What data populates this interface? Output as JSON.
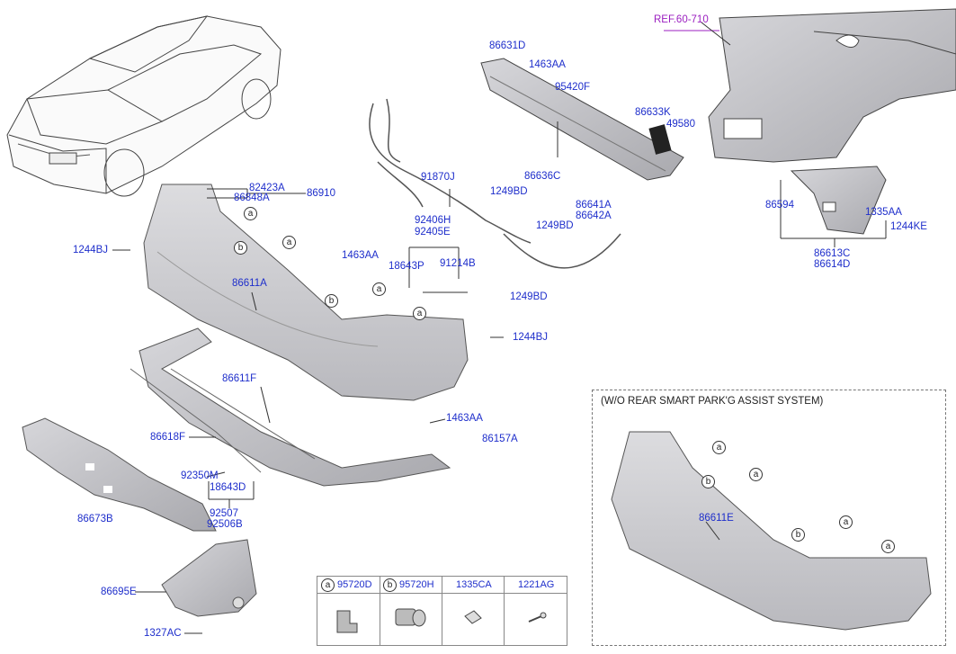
{
  "ref_label": "REF.60-710",
  "box_title": "(W/O REAR SMART PARK'G ASSIST SYSTEM)",
  "callout_letters": {
    "a": "a",
    "b": "b"
  },
  "parts": {
    "p86631D": "86631D",
    "p1463AA_top": "1463AA",
    "p95420F": "95420F",
    "p86633K": "86633K",
    "p49580": "49580",
    "p91870J": "91870J",
    "p86636C": "86636C",
    "p1249BD_a": "1249BD",
    "p86641A": "86641A",
    "p86642A": "86642A",
    "p1249BD_b": "1249BD",
    "p92406H": "92406H",
    "p92405E": "92405E",
    "p18643P": "18643P",
    "p91214B": "91214B",
    "p1463AA_mid": "1463AA",
    "p1249BD_c": "1249BD",
    "p82423A": "82423A",
    "p86848A": "86848A",
    "p86910": "86910",
    "p1244BJ_left": "1244BJ",
    "p86611A": "86611A",
    "p1244BJ_right": "1244BJ",
    "p86611F": "86611F",
    "p1463AA_low": "1463AA",
    "p86157A": "86157A",
    "p86618F": "86618F",
    "p92350M": "92350M",
    "p18643D": "18643D",
    "p92507": "92507",
    "p92506B": "92506B",
    "p86673B": "86673B",
    "p86695E": "86695E",
    "p1327AC": "1327AC",
    "p86594": "86594",
    "p1335AA": "1335AA",
    "p1244KE": "1244KE",
    "p86613C": "86613C",
    "p86614D": "86614D",
    "p86611E": "86611E"
  },
  "legend": [
    {
      "letter": "a",
      "code": "95720D"
    },
    {
      "letter": "b",
      "code": "95720H"
    },
    {
      "letter": "",
      "code": "1335CA"
    },
    {
      "letter": "",
      "code": "1221AG"
    }
  ],
  "colors": {
    "label": "#1e2ecb",
    "ref": "#9b1fc0",
    "part_fill": "#c9c9cc",
    "line": "#333333"
  }
}
